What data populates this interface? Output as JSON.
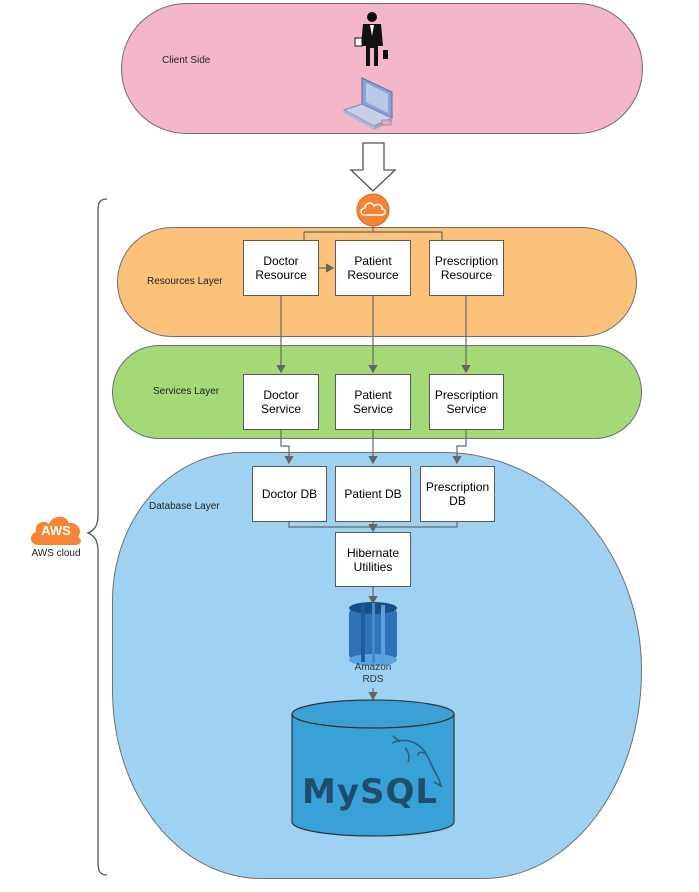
{
  "client_side": {
    "label": "Client Side"
  },
  "resources_layer": {
    "label": "Resources Layer",
    "boxes": [
      "Doctor\nResource",
      "Patient\nResource",
      "Prescription\nResource"
    ]
  },
  "services_layer": {
    "label": "Services Layer",
    "boxes": [
      "Doctor\nService",
      "Patient\nService",
      "Prescription\nService"
    ]
  },
  "database_layer": {
    "label": "Database Layer",
    "boxes": [
      "Doctor DB",
      "Patient DB",
      "Prescription\nDB"
    ],
    "hibernate": "Hibernate\nUtilities",
    "rds_label": "Amazon\nRDS",
    "mysql_text": "MySQL"
  },
  "aws": {
    "badge": "AWS",
    "label": "AWS cloud"
  },
  "colors": {
    "client": "#f4b6c9",
    "resources": "#fcc27a",
    "services": "#a3d977",
    "database": "#9fd2f2",
    "aws_orange": "#f58534",
    "rds_blue": "#2e73b8",
    "mysql_cyl": "#3aa0d8"
  }
}
